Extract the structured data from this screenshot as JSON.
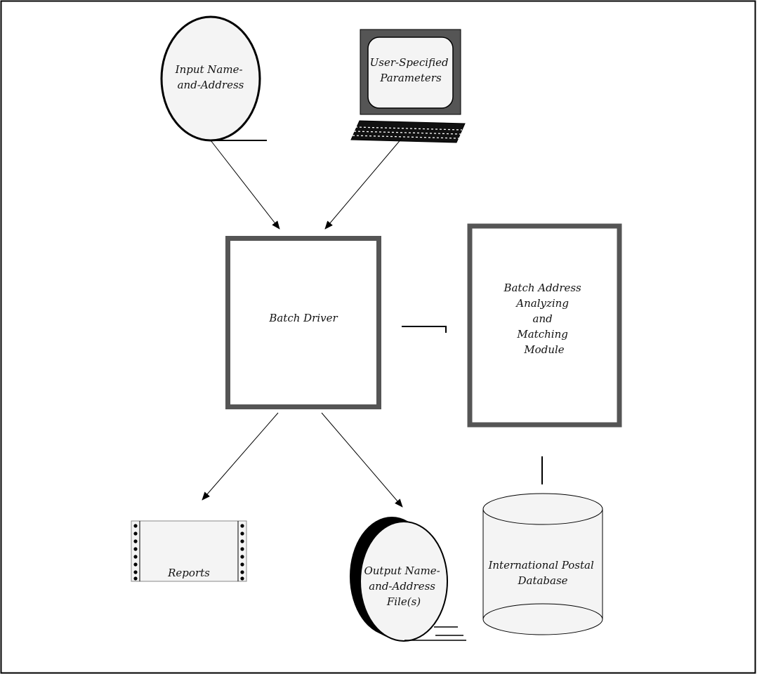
{
  "nodes": {
    "input_file": {
      "lines": [
        "Input Name-",
        "and-Address"
      ]
    },
    "parameters": {
      "lines": [
        "User-Specified",
        "Parameters"
      ]
    },
    "batch_driver": {
      "lines": [
        "Batch Driver"
      ]
    },
    "analyzing_module": {
      "lines": [
        "Batch Address",
        "Analyzing",
        "and",
        "Matching",
        "Module"
      ]
    },
    "reports": {
      "lines": [
        "Reports"
      ]
    },
    "output_file": {
      "lines": [
        "Output Name-",
        "and-Address",
        "File(s)"
      ]
    },
    "postal_database": {
      "lines": [
        "International Postal",
        "Database"
      ]
    }
  },
  "colors": {
    "frame": "#000000",
    "box_border": "#555555",
    "fill_light": "#f4f4f4",
    "line": "#000000"
  }
}
